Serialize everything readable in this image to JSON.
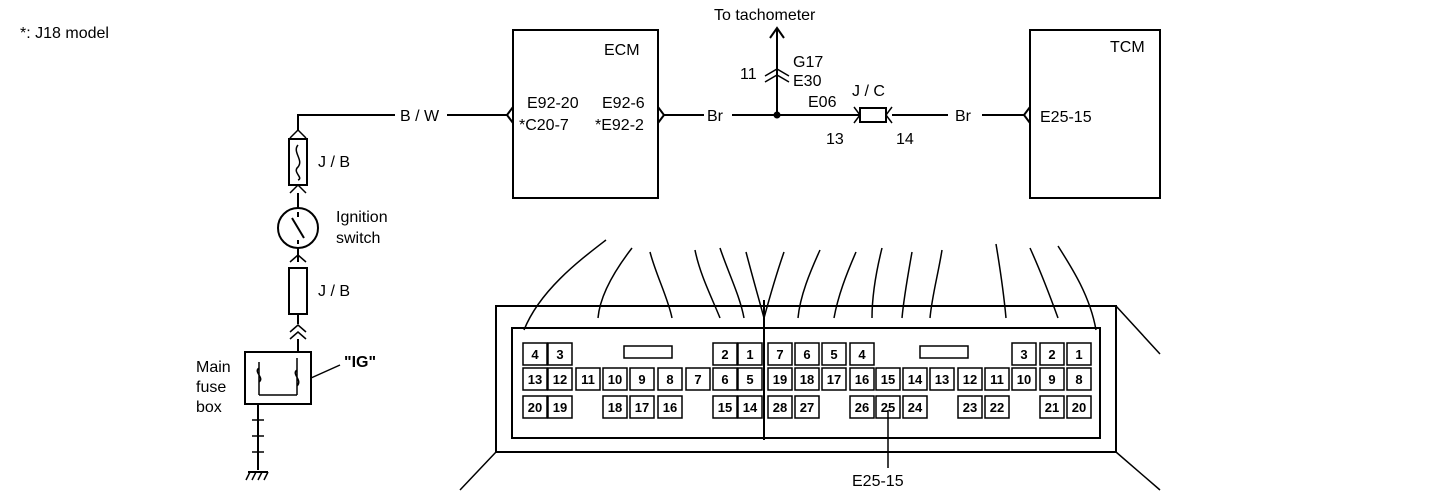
{
  "note": "*: J18 model",
  "tachometer_label": "To tachometer",
  "ecm": {
    "title": "ECM",
    "left_pin": "E92-20",
    "left_pin_alt": "*C20-7",
    "right_pin": "E92-6",
    "right_pin_alt": "*E92-2"
  },
  "tcm": {
    "title": "TCM",
    "pin": "E25-15"
  },
  "wires": {
    "bw": "B / W",
    "br_left": "Br",
    "br_right": "Br"
  },
  "junction": {
    "pin_11": "11",
    "conn_g17": "G17",
    "conn_e30": "E30",
    "conn_e06": "E06",
    "jc_label": "J / C",
    "pin_13": "13",
    "pin_14": "14"
  },
  "left_circuit": {
    "jb_upper": "J / B",
    "ignition_1": "Ignition",
    "ignition_2": "switch",
    "jb_lower": "J / B",
    "fuse_box_1": "Main",
    "fuse_box_2": "fuse",
    "fuse_box_3": "box",
    "ig": "\"IG\""
  },
  "connector": {
    "callout": "E25-15",
    "row1": [
      "4",
      "3",
      "2",
      "1",
      "7",
      "6",
      "5",
      "4",
      "3",
      "2",
      "1"
    ],
    "row2": [
      "13",
      "12",
      "11",
      "10",
      "9",
      "8",
      "7",
      "6",
      "5",
      "19",
      "18",
      "17",
      "16",
      "15",
      "14",
      "13",
      "12",
      "11",
      "10",
      "9",
      "8"
    ],
    "row3": [
      "20",
      "19",
      "18",
      "17",
      "16",
      "15",
      "14",
      "28",
      "27",
      "26",
      "25",
      "24",
      "23",
      "22",
      "21",
      "20"
    ]
  }
}
